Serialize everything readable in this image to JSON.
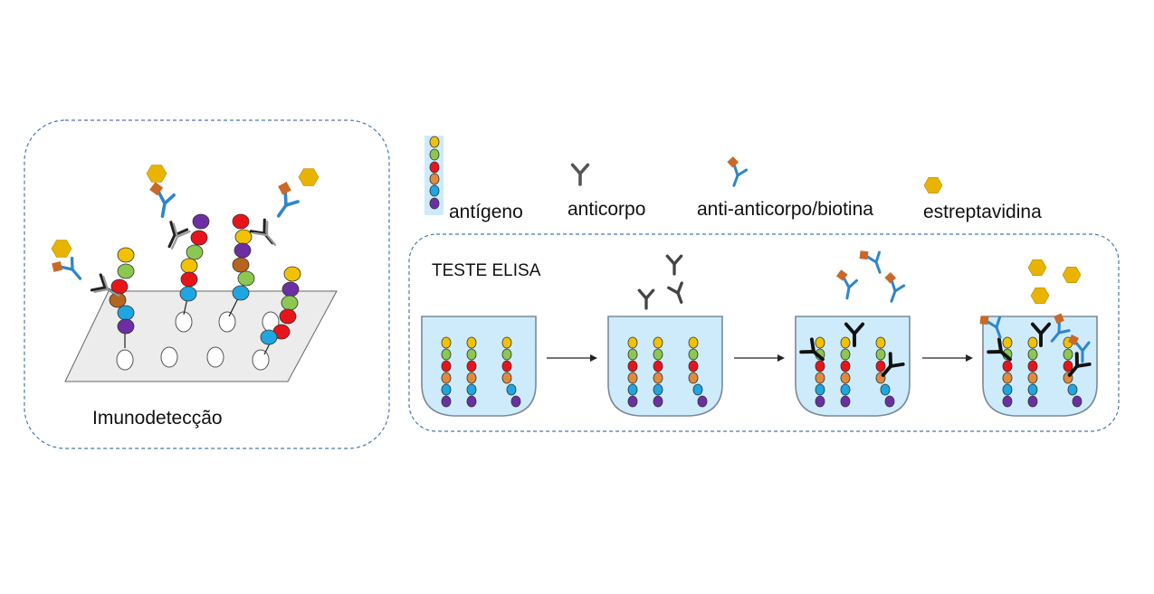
{
  "panels": {
    "left_caption": "Imunodetecção",
    "elisa_title": "TESTE ELISA"
  },
  "legend": {
    "antigen": "antígeno",
    "antibody": "anticorpo",
    "secondary": "anti-anticorpo/biotina",
    "streptavidin": "estreptavidina"
  },
  "colors": {
    "yellow": "#f2c200",
    "green": "#8cc751",
    "red": "#e8141b",
    "orange": "#e08a3c",
    "brown": "#b5651d",
    "blue": "#1ea6e0",
    "purple": "#6c2fa3",
    "liquid": "#cdebfb",
    "antibody_gray": "#555555",
    "antibody_blue": "#2e86c9",
    "biotin": "#c8692a",
    "streptavidin": "#e8b400",
    "border": "#4a78b0"
  }
}
